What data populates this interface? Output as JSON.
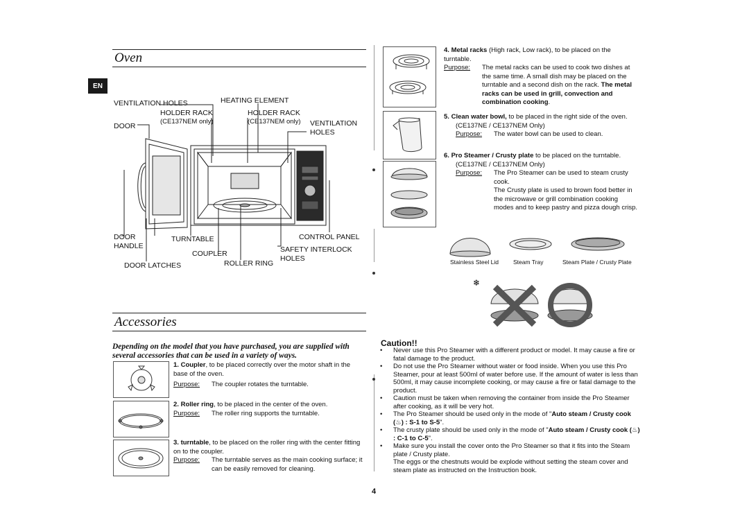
{
  "oven_section": {
    "title": "Oven",
    "tab": "EN",
    "labels": {
      "ventilation_holes_top": "VENTILATION HOLES",
      "heating_element": "HEATING ELEMENT",
      "holder_rack_1": "HOLDER RACK",
      "holder_rack_1_note": "(CE137NEM only)",
      "holder_rack_2": "HOLDER RACK",
      "holder_rack_2_note": "(CE137NEM only)",
      "door": "DOOR",
      "ventilation_holes_right_1": "VENTILATION",
      "ventilation_holes_right_2": "HOLES",
      "door_handle_1": "DOOR",
      "door_handle_2": "HANDLE",
      "turntable": "TURNTABLE",
      "control_panel": "CONTROL PANEL",
      "coupler": "COUPLER",
      "safety_interlock_1": "SAFETY INTERLOCK",
      "safety_interlock_2": "HOLES",
      "door_latches": "DOOR LATCHES",
      "roller_ring": "ROLLER RING"
    }
  },
  "accessories_section": {
    "title": "Accessories",
    "intro": "Depending on the model that you have purchased, you are supplied with several accessories that can be used in a variety of ways.",
    "purpose_label": "Purpose:",
    "items": [
      {
        "num": "1.",
        "name": "Coupler",
        "desc": ", to be placed correctly over the motor shaft in the base of the oven.",
        "purpose": "The coupler rotates the turntable."
      },
      {
        "num": "2.",
        "name": "Roller ring",
        "desc": ", to be placed in the center of the oven.",
        "purpose": "The roller ring supports the turntable."
      },
      {
        "num": "3.",
        "name": "turntable",
        "desc": ", to be placed on the roller ring with the center fitting on to the coupler.",
        "purpose": "The turntable serves as the main cooking surface; it can be easily removed for cleaning."
      }
    ]
  },
  "right_column": {
    "item4": {
      "num": "4.",
      "name": "Metal racks",
      "desc": " (High rack, Low rack), to be placed on the turntable.",
      "purpose": "The metal racks can be used to cook two dishes at the same time. A small dish may be placed on the turntable and a second dish on the rack.",
      "purpose_bold": "The metal racks can be used in grill, convection and combination cooking"
    },
    "item5": {
      "num": "5.",
      "name": "Clean water bowl,",
      "desc": " to be placed in the right side of the oven.",
      "models": "(CE137NE / CE137NEM Only)",
      "purpose": "The water bowl can be used to clean."
    },
    "item6": {
      "num": "6.",
      "name": "Pro Steamer / Crusty plate",
      "desc": " to be placed on the turntable.",
      "models": "(CE137NE / CE137NEM Only)",
      "purpose1": "The Pro Steamer can be used to steam crusty cook.",
      "purpose2": "The Crusty plate is used to brown food better in the microwave or grill combination cooking modes and to keep pastry and pizza dough crisp."
    },
    "captions": {
      "lid": "Stainless Steel Lid",
      "tray": "Steam Tray",
      "plate": "Steam Plate / Crusty Plate"
    },
    "caution": {
      "title": "Caution!!",
      "items": [
        "Never use this Pro Steamer with a different product or model. It may cause a fire or fatal damage to the product.",
        "Do not use the Pro Steamer without water or food inside. When you use this Pro Steamer, pour at least 500ml of water before use. If the amount of water is less than 500ml, it may cause incomplete cooking, or may cause a fire or fatal damage to the product.",
        "Caution must be taken when removing the container from inside the Pro Steamer after cooking, as it will be very hot."
      ],
      "item4_pre": "The Pro Steamer should be used only in the mode of \"",
      "item4_mode": "Auto steam / Crusty cook",
      "item4_code": ") : S-1 to S-5",
      "item5_pre": "The crusty plate should be used only in the mode of \"",
      "item5_mode": "Auto steam / Crusty cook",
      "item5_code": ") : C-1 to C-5",
      "item6": "Make sure you install the cover onto the Pro Steamer so that it fits into the Steam plate / Crusty plate.",
      "item6b": "The eggs or the chestnuts would be explode without setting the steam cover and steam plate as instructed on the Instruction book."
    }
  },
  "page_number": "4"
}
